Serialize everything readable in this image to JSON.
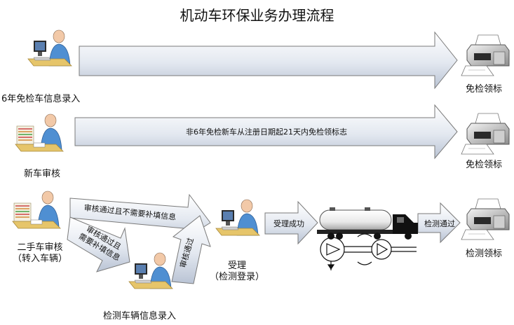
{
  "title": "机动车环保业务办理流程",
  "nodes": {
    "exempt_entry": "6年免检车信息录入",
    "new_review": "新车审核",
    "used_review_line1": "二手车审核",
    "used_review_line2": "（转入车辆）",
    "inspect_entry": "检测车辆信息录入",
    "accept_line1": "受理",
    "accept_line2": "（检测登录）",
    "exempt_sticker_1": "免检领标",
    "exempt_sticker_2": "免检领标",
    "inspect_sticker": "检测领标"
  },
  "arrows": {
    "new_car_note": "非6年免检新车从注册日期起21天内免检领标志",
    "no_supplement": "审核通过且不需要补填信息",
    "need_supplement_line1": "审核通过且",
    "need_supplement_line2": "需要补填信息",
    "review_passed": "审核通过",
    "accepted": "受理成功",
    "inspection_passed": "检测通过"
  },
  "colors": {
    "arrow_fill_top": "#ffffff",
    "arrow_fill_bottom": "#b9c3d4",
    "arrow_stroke": "#7a7a7a",
    "person_blue": "#4f8fd2",
    "printer_gray": "#8d8d8d",
    "truck_black": "#111111"
  },
  "icons": [
    "person-at-computer-icon",
    "person-with-documents-icon",
    "printer-icon",
    "tanker-truck-icon",
    "machine-symbol-icon"
  ]
}
